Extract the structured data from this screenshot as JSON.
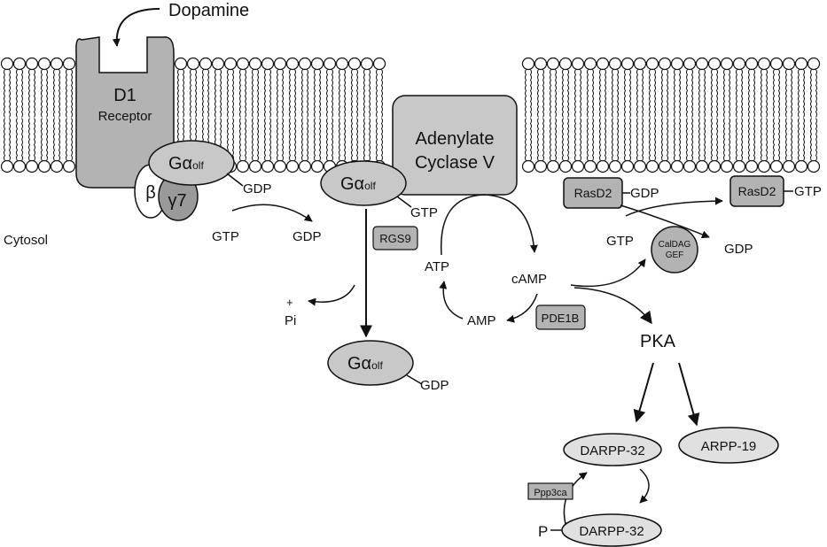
{
  "labels": {
    "dopamine": "Dopamine",
    "d1": "D1",
    "receptor": "Receptor",
    "g_alpha_olf": "Gα",
    "g_sub": "olf",
    "beta": "β",
    "gamma7": "γ7",
    "gdp": "GDP",
    "gtp": "GTP",
    "cytosol": "Cytosol",
    "pi_plus": "+",
    "pi": "Pi",
    "rgs9": "RGS9",
    "adenylate": "Adenylate",
    "cyclase_v": "Cyclase V",
    "atp": "ATP",
    "camp": "cAMP",
    "amp": "AMP",
    "pde1b": "PDE1B",
    "rasd2": "RasD2",
    "caldag": "CalDAG",
    "gef": "GEF",
    "pka": "PKA",
    "darpp32": "DARPP-32",
    "arpp19": "ARPP-19",
    "ppp3ca": "Ppp3ca",
    "p": "P"
  },
  "colors": {
    "receptor_fill": "#b3b3b3",
    "protein_fill": "#c8c8c8",
    "gamma_fill": "#9a9a9a",
    "light_fill": "#e0e0e0",
    "line": "#111111"
  }
}
